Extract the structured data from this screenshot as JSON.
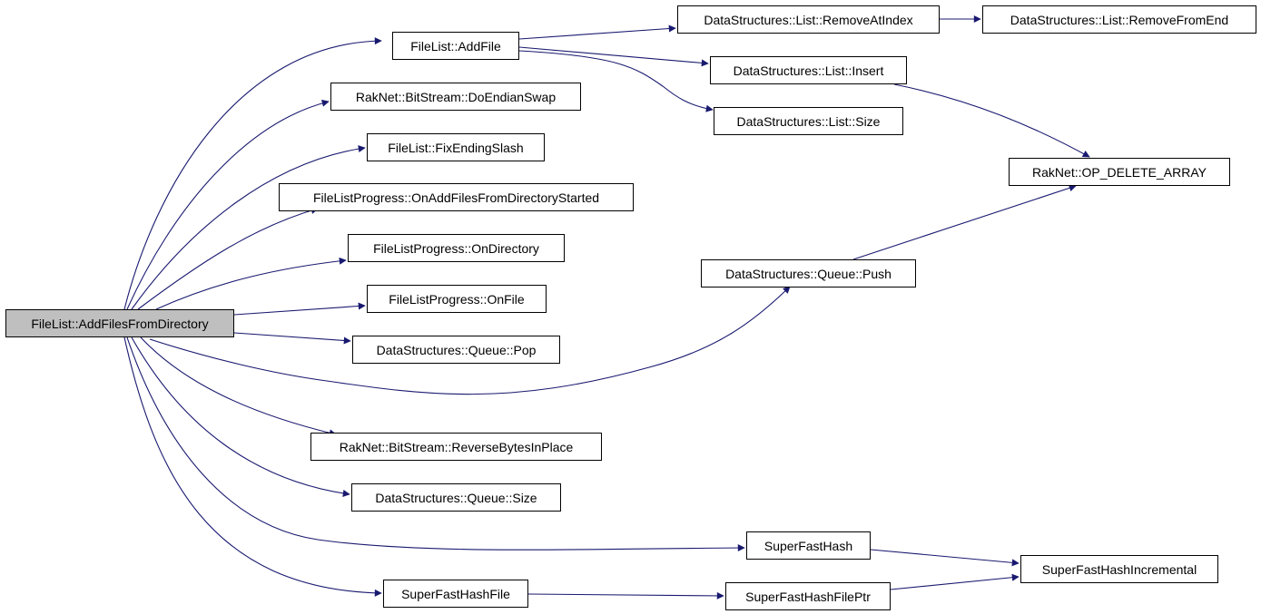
{
  "colors": {
    "edge": "#191970",
    "root_fill": "#bfbfbf",
    "node_fill": "#ffffff",
    "border": "#000000"
  },
  "nodes": {
    "root": "FileList::AddFilesFromDirectory",
    "addfile": "FileList::AddFile",
    "endianswap": "RakNet::BitStream::DoEndianSwap",
    "fixslash": "FileList::FixEndingSlash",
    "onaddstarted": "FileListProgress::OnAddFilesFromDirectoryStarted",
    "ondirectory": "FileListProgress::OnDirectory",
    "onfile": "FileListProgress::OnFile",
    "queuepop": "DataStructures::Queue::Pop",
    "reversebytes": "RakNet::BitStream::ReverseBytesInPlace",
    "queuesize": "DataStructures::Queue::Size",
    "superfasthash": "SuperFastHash",
    "superfasthashfile": "SuperFastHashFile",
    "removeatindex": "DataStructures::List::RemoveAtIndex",
    "removefromend": "DataStructures::List::RemoveFromEnd",
    "listinsert": "DataStructures::List::Insert",
    "listsize": "DataStructures::List::Size",
    "opdeletearray": "RakNet::OP_DELETE_ARRAY",
    "queuepush": "DataStructures::Queue::Push",
    "hashincremental": "SuperFastHashIncremental",
    "hashfileptr": "SuperFastHashFilePtr"
  },
  "edges": [
    [
      "root",
      "addfile"
    ],
    [
      "root",
      "endianswap"
    ],
    [
      "root",
      "fixslash"
    ],
    [
      "root",
      "onaddstarted"
    ],
    [
      "root",
      "ondirectory"
    ],
    [
      "root",
      "onfile"
    ],
    [
      "root",
      "queuepop"
    ],
    [
      "root",
      "queuepush"
    ],
    [
      "root",
      "reversebytes"
    ],
    [
      "root",
      "queuesize"
    ],
    [
      "root",
      "superfasthash"
    ],
    [
      "root",
      "superfasthashfile"
    ],
    [
      "addfile",
      "removeatindex"
    ],
    [
      "addfile",
      "listinsert"
    ],
    [
      "addfile",
      "listsize"
    ],
    [
      "removeatindex",
      "removefromend"
    ],
    [
      "listinsert",
      "opdeletearray"
    ],
    [
      "queuepush",
      "opdeletearray"
    ],
    [
      "superfasthash",
      "hashincremental"
    ],
    [
      "superfasthashfile",
      "hashfileptr"
    ],
    [
      "hashfileptr",
      "hashincremental"
    ]
  ]
}
